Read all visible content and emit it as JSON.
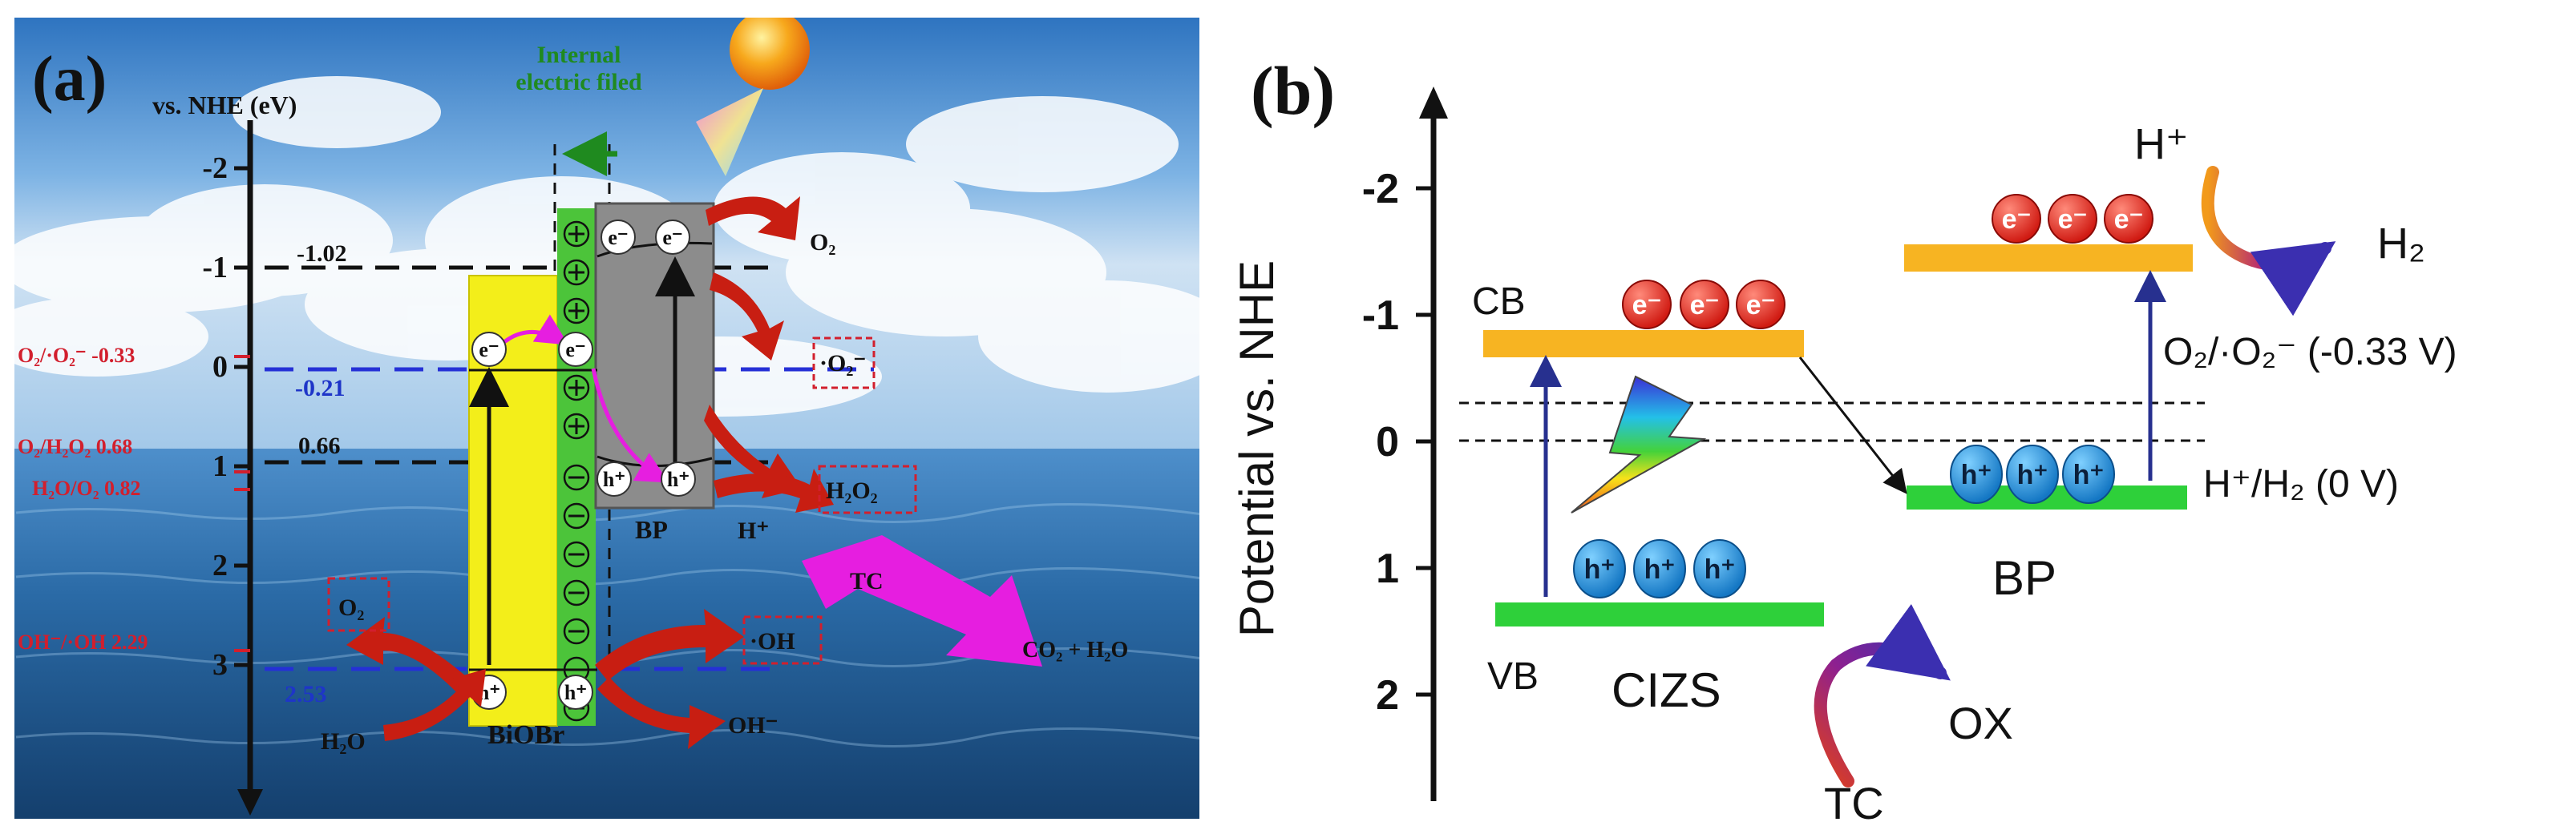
{
  "panel_a": {
    "label": "(a)",
    "axis_title": "vs. NHE (eV)",
    "ticks": [
      "-2",
      "-1",
      "0",
      "1",
      "2",
      "3"
    ],
    "levels": {
      "cb_biobr_value": "-1.02",
      "o2_radical": "O₂/·O₂⁻ -0.33",
      "bp_cb_value": "-0.21",
      "o2_h2o2": "O₂/H₂O₂ 0.68",
      "vb_value": "0.66",
      "h2o_o2": "H₂O/O₂ 0.82",
      "oh_radical": "OH⁻/·OH 2.29",
      "vb_biobr_value": "2.53"
    },
    "field_label_1": "Internal",
    "field_label_2": "electric filed",
    "material_biobr": "BiOBr",
    "material_bp": "BP",
    "electron": "e⁻",
    "hole": "h⁺",
    "species": {
      "o2": "O₂",
      "o2_radical": "·O₂⁻",
      "h2o2": "H₂O₂",
      "h_plus": "H⁺",
      "o2_product": "O₂",
      "h2o": "H₂O",
      "oh_radical": "·OH",
      "oh_minus": "OH⁻",
      "tc": "TC",
      "products": "CO₂ + H₂O"
    },
    "colors": {
      "sky": "#5f9fd6",
      "sea": "#1f5e93",
      "biobr": "#f3ee1a",
      "bp": "#8c8c8c",
      "field": "#4cc43a",
      "arrow_red": "#c81e12",
      "magenta": "#e61ee0",
      "label_red": "#d21f2d",
      "label_blue": "#1e35c8",
      "field_green": "#1f8a1f"
    }
  },
  "panel_b": {
    "label": "(b)",
    "axis_title": "Potential vs. NHE",
    "ticks": [
      "-2",
      "-1",
      "0",
      "1",
      "2"
    ],
    "cb_label": "CB",
    "vb_label": "VB",
    "material_cizs": "CIZS",
    "material_bp": "BP",
    "electron": "e⁻",
    "hole": "h⁺",
    "o2_level": "O₂/·O₂⁻ (-0.33 V)",
    "h_level": "H⁺/H₂ (0 V)",
    "h_plus": "H⁺",
    "h2": "H₂",
    "tc": "TC",
    "ox": "OX",
    "colors": {
      "cb_band": "#f7b422",
      "vb_band": "#2ed03a",
      "electron": "#e8231f",
      "hole": "#1d8fd6",
      "arrow_blue": "#27308f"
    }
  }
}
